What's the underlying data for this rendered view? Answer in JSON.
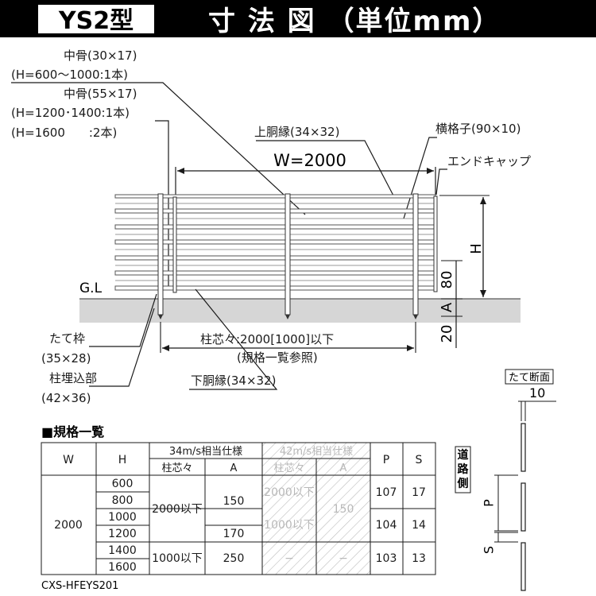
{
  "header": {
    "model_label": "YS2型",
    "title": "寸 法 図 （単位mm）"
  },
  "callouts": {
    "mid_bone_1_name": "中骨(30×17)",
    "mid_bone_1_spec": "(H=600〜1000:1本)",
    "mid_bone_2_name": "中骨(55×17)",
    "mid_bone_2_spec_a": "(H=1200･1400:1本)",
    "mid_bone_2_spec_b": "(H=1600　　:2本)",
    "upper_rail": "上胴縁(34×32)",
    "horizontal_slat": "横格子(90×10)",
    "end_cap": "エンドキャップ",
    "width": "W=2000",
    "height_symbol": "H",
    "dim_80": "80",
    "dim_a": "A",
    "dim_20": "20",
    "gl": "G.L",
    "vertical_frame": "たて枠",
    "vertical_frame_size": "(35×28)",
    "post_embed": "柱埋込部",
    "post_embed_size": "(42×36)",
    "post_pitch": "柱芯々:2000[1000]以下",
    "post_pitch_note": "(規格一覧参照)",
    "lower_rail": "下胴縁(34×32)"
  },
  "section": {
    "title": "たて断面",
    "dim_10": "10",
    "road_side": [
      "道",
      "路",
      "側"
    ],
    "p_label": "P",
    "s_label": "S"
  },
  "spec_table": {
    "title": "■規格一覧",
    "col_w": "W",
    "col_h": "H",
    "group_34": "34m/s相当仕様",
    "group_42": "42m/s相当仕様",
    "sub_pitch": "柱芯々",
    "sub_a": "A",
    "col_p": "P",
    "col_s": "S",
    "w_value": "2000",
    "h_values": [
      "600",
      "800",
      "1000",
      "1200",
      "1400",
      "1600"
    ],
    "pitch_2000": "2000以下",
    "pitch_1000": "1000以下",
    "a_150": "150",
    "a_170": "170",
    "a_250": "250",
    "g42_pitch_a": "2000以下",
    "g42_pitch_b": "1000以下",
    "g42_a": "150",
    "g42_dash_1": "−",
    "g42_dash_2": "−",
    "p_1": "107",
    "s_1": "17",
    "p_2": "104",
    "s_2": "14",
    "p_3": "103",
    "s_3": "13"
  },
  "product_code": "CXS-HFEYS201"
}
